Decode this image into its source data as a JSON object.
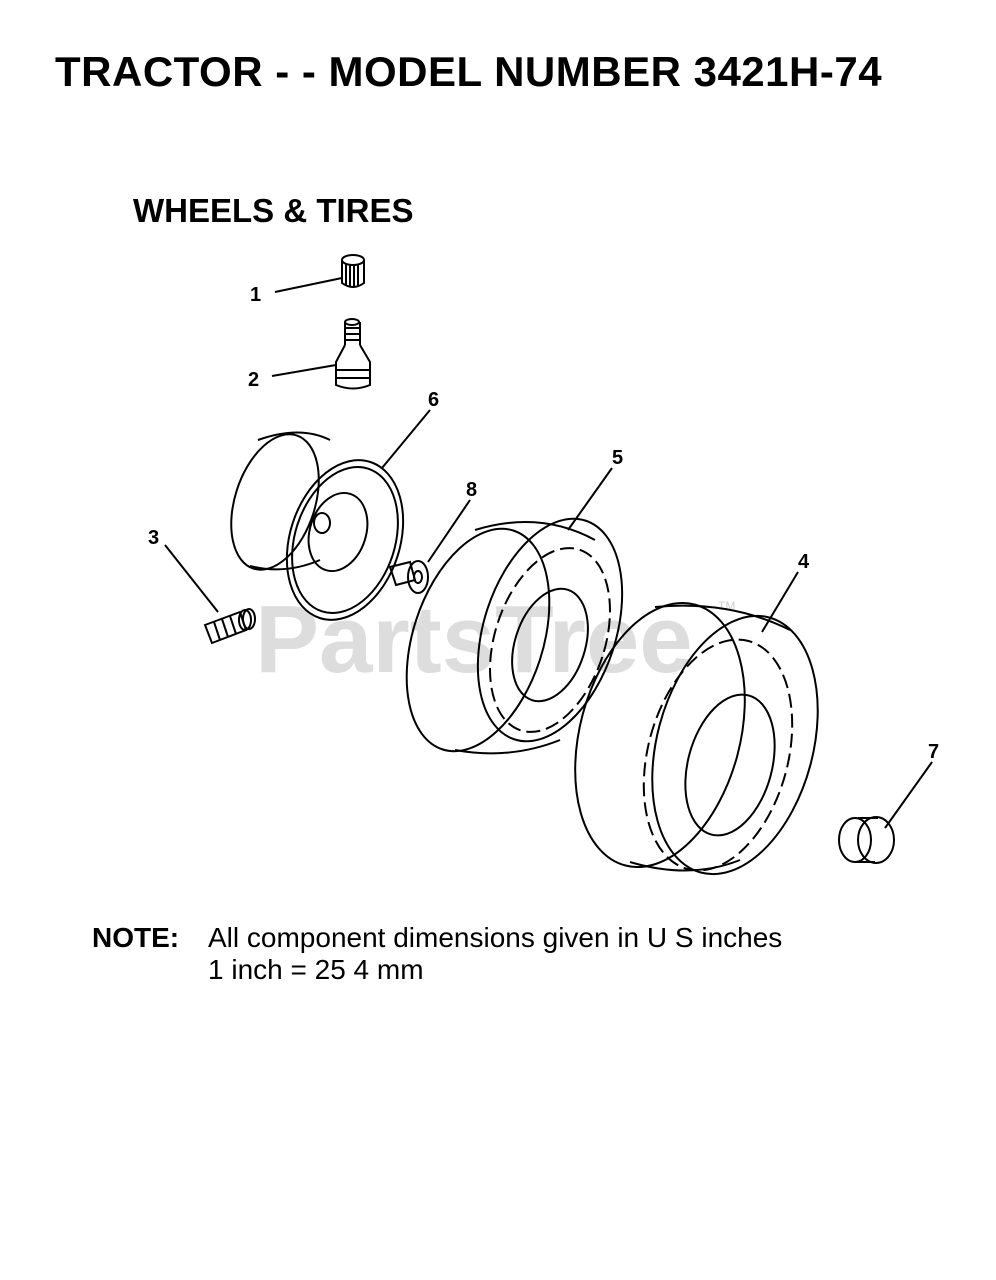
{
  "header": {
    "title": "TRACTOR - - MODEL NUMBER 3421H-74",
    "section": "WHEELS & TIRES"
  },
  "watermark": {
    "text": "PartsTree",
    "trademark": "TM"
  },
  "callouts": [
    "1",
    "2",
    "3",
    "4",
    "5",
    "6",
    "7",
    "8"
  ],
  "note": {
    "label": "NOTE:",
    "line1": "All component dimensions given in U S  inches",
    "line2": "1 inch = 25 4 mm"
  }
}
